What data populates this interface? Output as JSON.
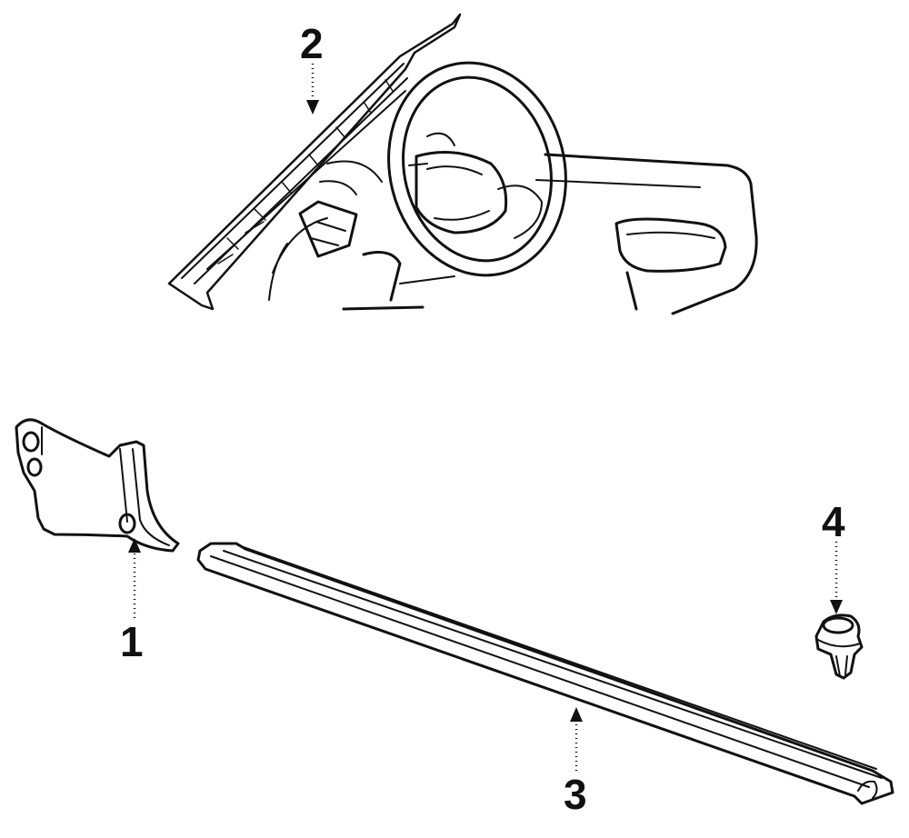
{
  "diagram": {
    "callouts": [
      {
        "id": "1",
        "label": "1"
      },
      {
        "id": "2",
        "label": "2"
      },
      {
        "id": "3",
        "label": "3"
      },
      {
        "id": "4",
        "label": "4"
      }
    ],
    "line_color": "#111111",
    "background": "#ffffff"
  }
}
